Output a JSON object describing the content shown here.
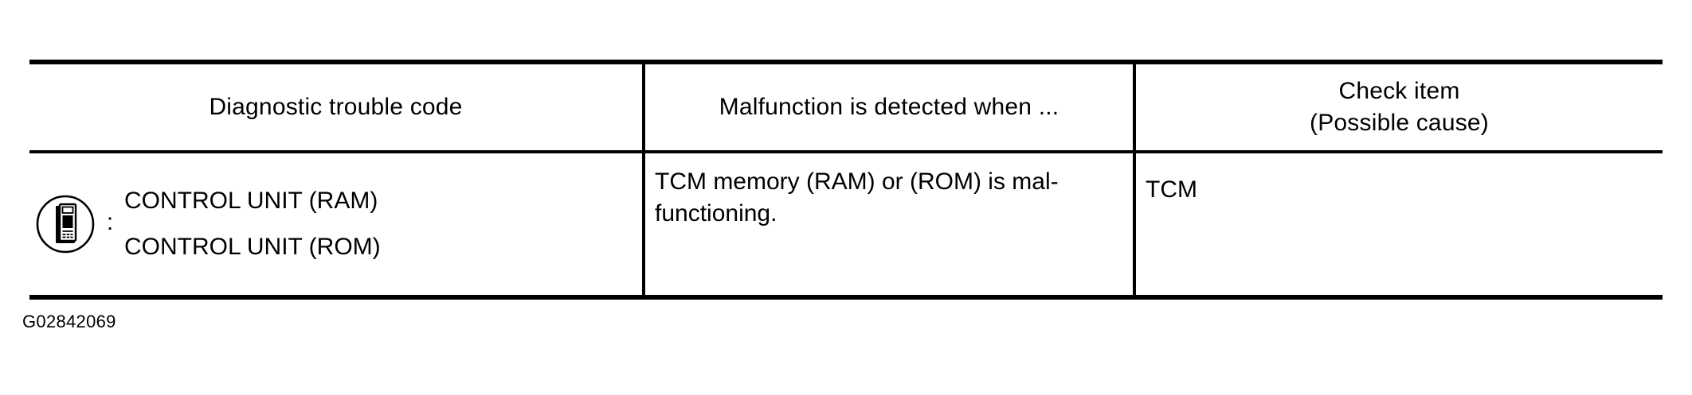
{
  "table": {
    "headers": [
      {
        "id": "dtc",
        "label": "Diagnostic trouble code"
      },
      {
        "id": "malfunction",
        "label": "Malfunction is detected when ..."
      },
      {
        "id": "check",
        "label_line1": "Check item",
        "label_line2": "(Possible cause)"
      }
    ],
    "rows": [
      {
        "icon": "consult-scan-tool-icon",
        "separator": ":",
        "dtc_lines": [
          "CONTROL UNIT (RAM)",
          "CONTROL UNIT (ROM)"
        ],
        "malfunction_lines": [
          "TCM memory (RAM) or (ROM) is mal-",
          "functioning."
        ],
        "check_item": "TCM"
      }
    ]
  },
  "figure": {
    "id": "G02842069"
  },
  "colors": {
    "ink": "#000000",
    "page": "#ffffff"
  }
}
